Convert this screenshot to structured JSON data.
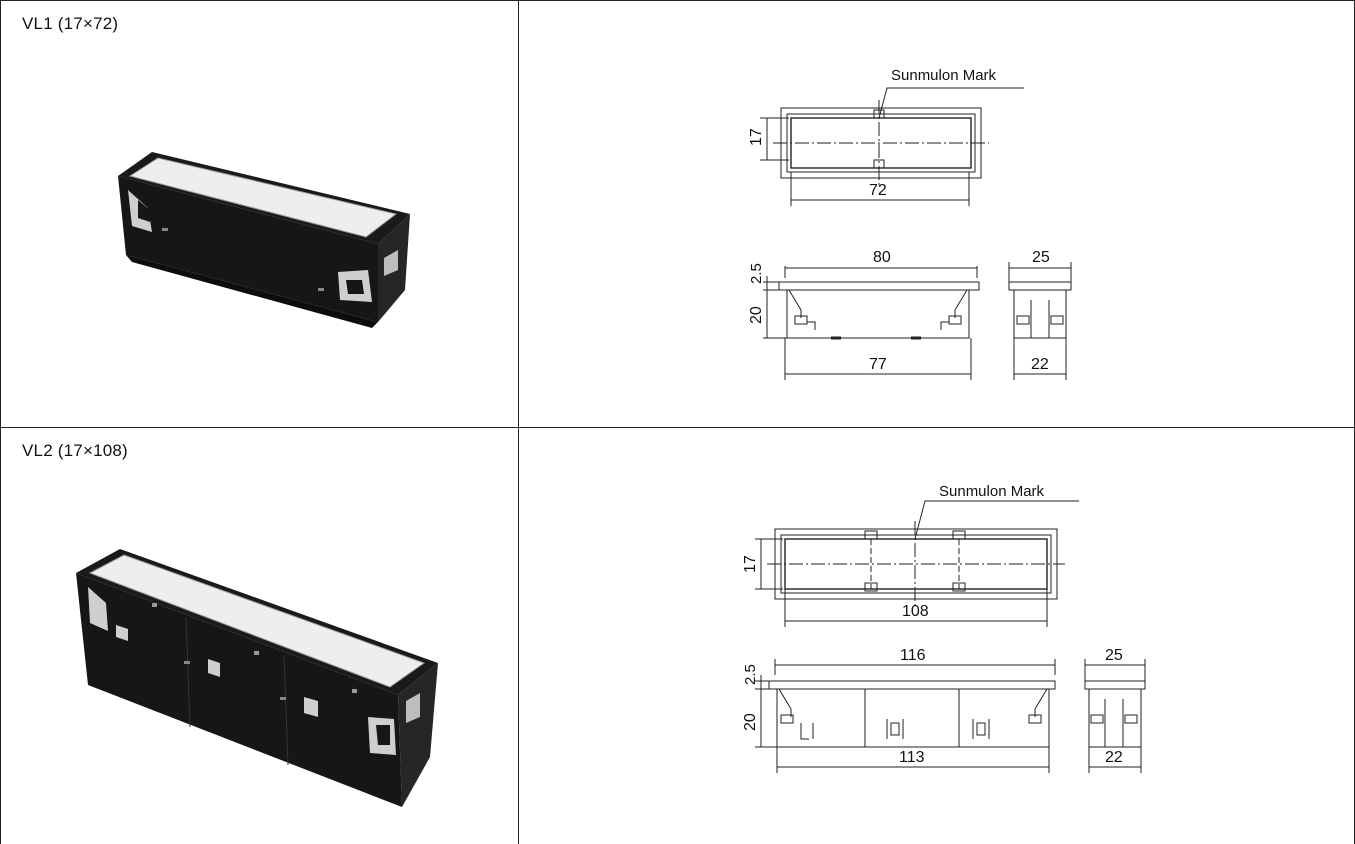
{
  "rows": [
    {
      "title": "VL1 (17×72)",
      "photo_icon": "lamp-housing-photo-short",
      "drawing": {
        "mark_label": "Sunmulon Mark",
        "front_height": "17",
        "front_width": "72",
        "side_flange": "2.5",
        "side_top_width": "80",
        "side_height": "20",
        "side_bottom_width": "77",
        "end_top_width": "25",
        "end_bottom_width": "22"
      }
    },
    {
      "title": "VL2 (17×108)",
      "photo_icon": "lamp-housing-photo-long",
      "drawing": {
        "mark_label": "Sunmulon Mark",
        "front_height": "17",
        "front_width": "108",
        "side_flange": "2.5",
        "side_top_width": "116",
        "side_height": "20",
        "side_bottom_width": "113",
        "end_top_width": "25",
        "end_bottom_width": "22"
      }
    }
  ],
  "colors": {
    "line": "#222222",
    "lens": "#eeeeee",
    "body": "#1a1a1a"
  }
}
